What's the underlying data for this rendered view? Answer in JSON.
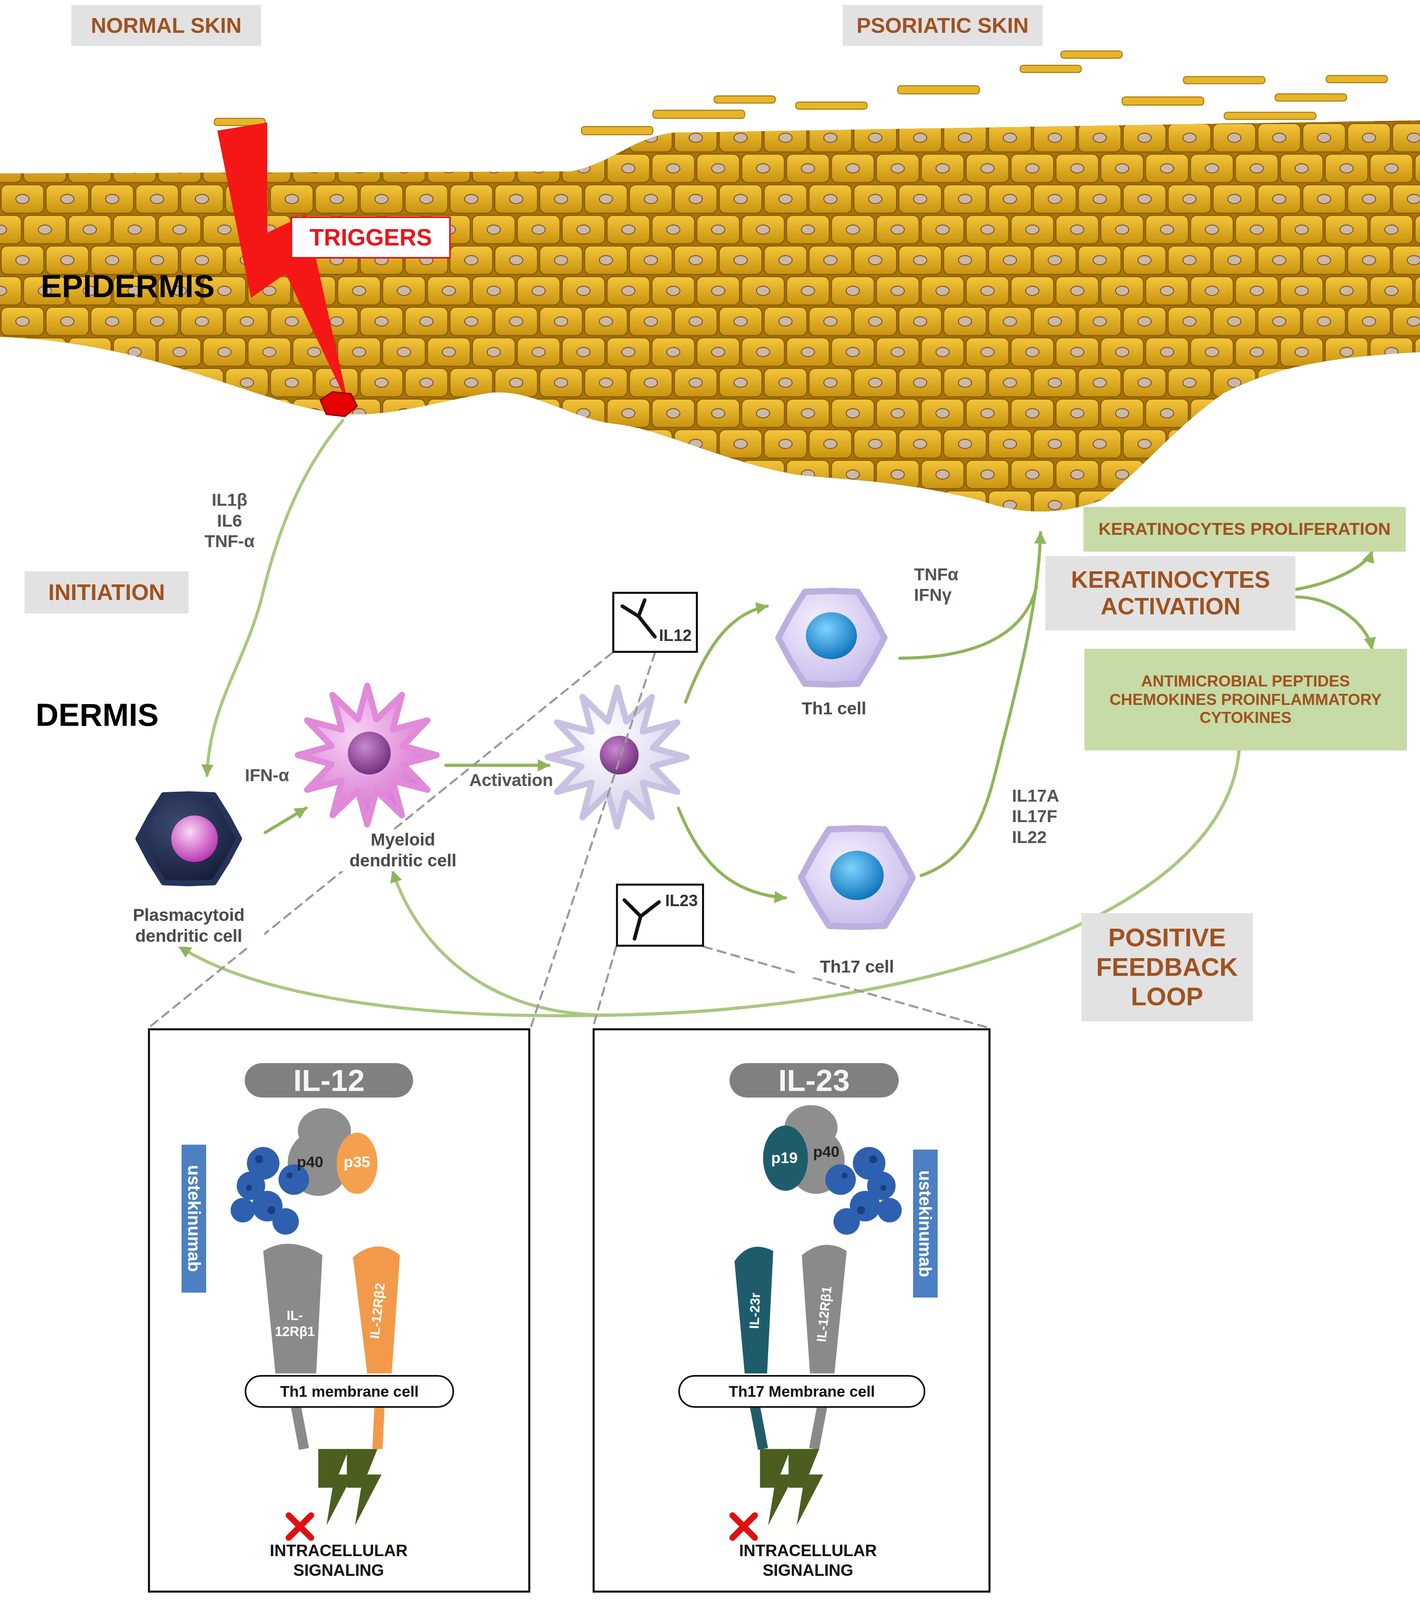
{
  "diagram": {
    "nodes": [
      {
        "text": [
          "NORMAL SKIN"
        ]
      },
      {
        "text": [
          "PSORIATIC SKIN"
        ]
      },
      {
        "text": [
          "TRIGGERS"
        ]
      },
      {
        "text": [
          "INITIATION"
        ]
      },
      {
        "text": [
          "Plasmacytoid dendritic cell"
        ]
      },
      {
        "text": [
          "Myeloid dendritic cell"
        ]
      },
      {
        "text": [
          "IL12"
        ]
      },
      {
        "text": [
          "IL23"
        ]
      },
      {
        "text": [
          "Th1 cell"
        ]
      },
      {
        "text": [
          "Th17 cell"
        ]
      },
      {
        "text": [
          "KERATINOCYTES PROLIFERATION"
        ]
      },
      {
        "text": [
          "KERATINOCYTES ACTIVATION"
        ]
      },
      {
        "text": [
          "ANTIMICROBIAL PEPTIDES CHEMOKINES PROINFLAMMATORY CYTOKINES"
        ]
      },
      {
        "text": [
          "POSITIVE FEEDBACK LOOP"
        ]
      },
      {
        "text": [
          "INTRACELLULAR SIGNALING"
        ]
      },
      {
        "text": [
          "IL-12"
        ],
        "in": 14
      },
      {
        "text": [
          "ustekinumab"
        ],
        "in": 14
      },
      {
        "text": [
          "Th1 membrane cell"
        ],
        "in": 14
      },
      {
        "text": [
          "INTRACELLULAR SIGNALING"
        ]
      },
      {
        "text": [
          "IL-23"
        ],
        "in": 18
      },
      {
        "text": [
          "ustekinumab"
        ],
        "in": 18
      },
      {
        "text": [
          "Th17 Membrane cell"
        ],
        "in": 18
      }
    ],
    "edges": [
      {
        "from": 4,
        "to": 5,
        "label": "IFN-α",
        "arrow": "to"
      },
      {
        "from": 11,
        "to": 10,
        "arrow": "to"
      },
      {
        "from": 11,
        "to": 12,
        "arrow": "to"
      },
      {
        "from": 12,
        "to": 4,
        "arrow": "to"
      },
      {
        "from": 12,
        "to": 5,
        "arrow": "to"
      },
      {
        "from": 6,
        "to": 14,
        "arrow": "none"
      },
      {
        "from": 6,
        "to": 14,
        "arrow": "none"
      },
      {
        "from": 7,
        "to": 18,
        "arrow": "none"
      },
      {
        "from": 7,
        "to": 18,
        "arrow": "none"
      }
    ],
    "labels": [
      "EPIDERMIS",
      "DERMIS",
      "IL1β IL6 TNF-α",
      "Activation",
      "TNFα IFNγ",
      "IL17A IL17F IL22",
      "p40",
      "p35",
      "IL-12Rβ1",
      "IL-12Rβ2",
      "p19",
      "p40",
      "IL-23r",
      "IL-12Rβ1"
    ]
  }
}
